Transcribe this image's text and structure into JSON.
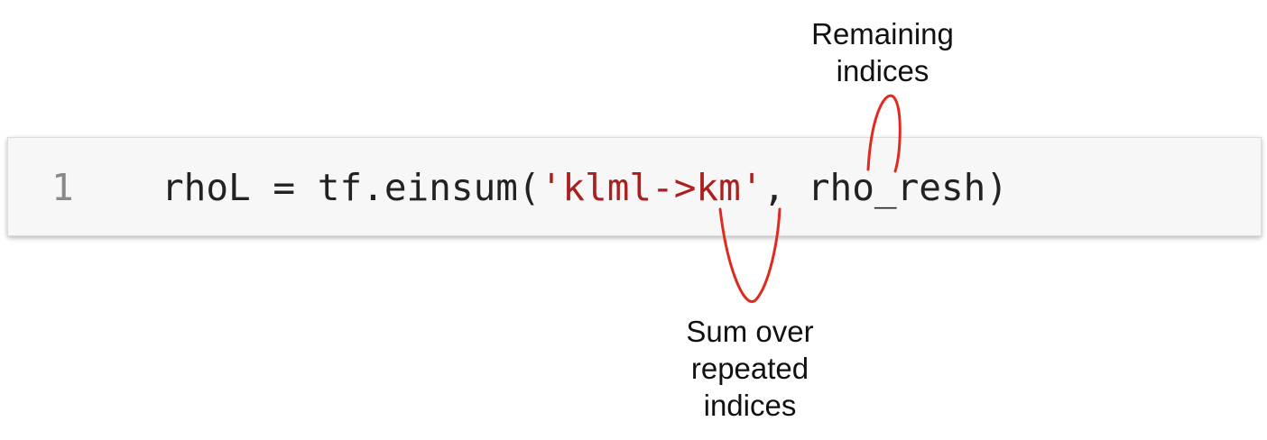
{
  "annotations": {
    "top": [
      "Remaining",
      "indices"
    ],
    "bottom": [
      "Sum over",
      "repeated",
      "indices"
    ]
  },
  "code": {
    "line_number": "1",
    "before_string": "rhoL = tf.einsum(",
    "string_literal": "'klml->km'",
    "after_string": ", rho_resh)"
  },
  "colors": {
    "string": "#ab1f1f",
    "connector": "#e02a20",
    "cell_background": "#f7f7f7",
    "line_number": "#8a8a8a"
  }
}
